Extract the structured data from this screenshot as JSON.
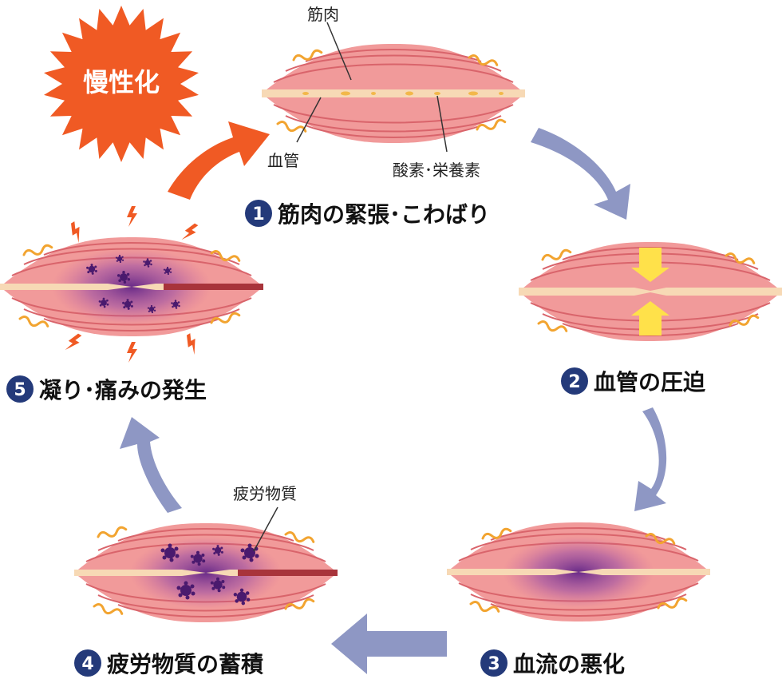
{
  "badge": {
    "text": "慢性化",
    "color": "#f05a24"
  },
  "labels": {
    "muscle": "筋肉",
    "vessel": "血管",
    "nutrients": "酸素･栄養素",
    "fatigue": "疲労物質"
  },
  "steps": [
    {
      "num": "1",
      "label": "筋肉の緊張･こわばり"
    },
    {
      "num": "2",
      "label": "血管の圧迫"
    },
    {
      "num": "3",
      "label": "血流の悪化"
    },
    {
      "num": "4",
      "label": "疲労物質の蓄積"
    },
    {
      "num": "5",
      "label": "凝り･痛みの発生"
    }
  ],
  "colors": {
    "muscle_fill": "#f19a9a",
    "muscle_stripe": "#d9646b",
    "vessel": "#f7d9b5",
    "vessel_dark": "#a8343b",
    "arrow_cycle": "#8e97c4",
    "arrow_chronic": "#f05a24",
    "number_circle": "#243a7a",
    "congestion": "#6a2a8a"
  }
}
